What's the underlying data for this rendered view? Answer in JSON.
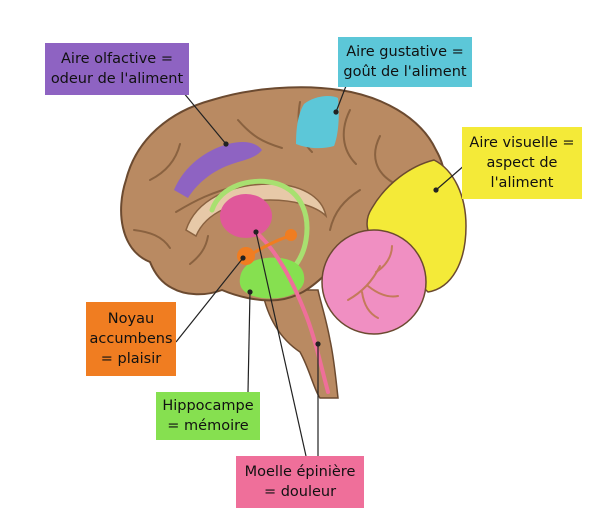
{
  "colors": {
    "brain": "#b98a62",
    "brain_outline": "#6b4a30",
    "brain_fold": "#8a6240",
    "olfactive": "#8e63c2",
    "gustative": "#5cc7d8",
    "visuelle": "#f4ea38",
    "noyau": "#f07d21",
    "hippocampe": "#86e050",
    "moelle": "#ef6f9a",
    "cerebellum": "#f08fc2",
    "thalamus": "#e0589a",
    "fornix": "#a8e070",
    "line": "#222222"
  },
  "labels": {
    "olfactive": "Aire olfactive =\nodeur de l'aliment",
    "gustative": "Aire gustative =\ngoût de l'aliment",
    "visuelle": "Aire visuelle =\naspect de\nl'aliment",
    "noyau": "Noyau\naccumbens\n= plaisir",
    "hippocampe": "Hippocampe\n= mémoire",
    "moelle": "Moelle épinière\n= douleur"
  }
}
